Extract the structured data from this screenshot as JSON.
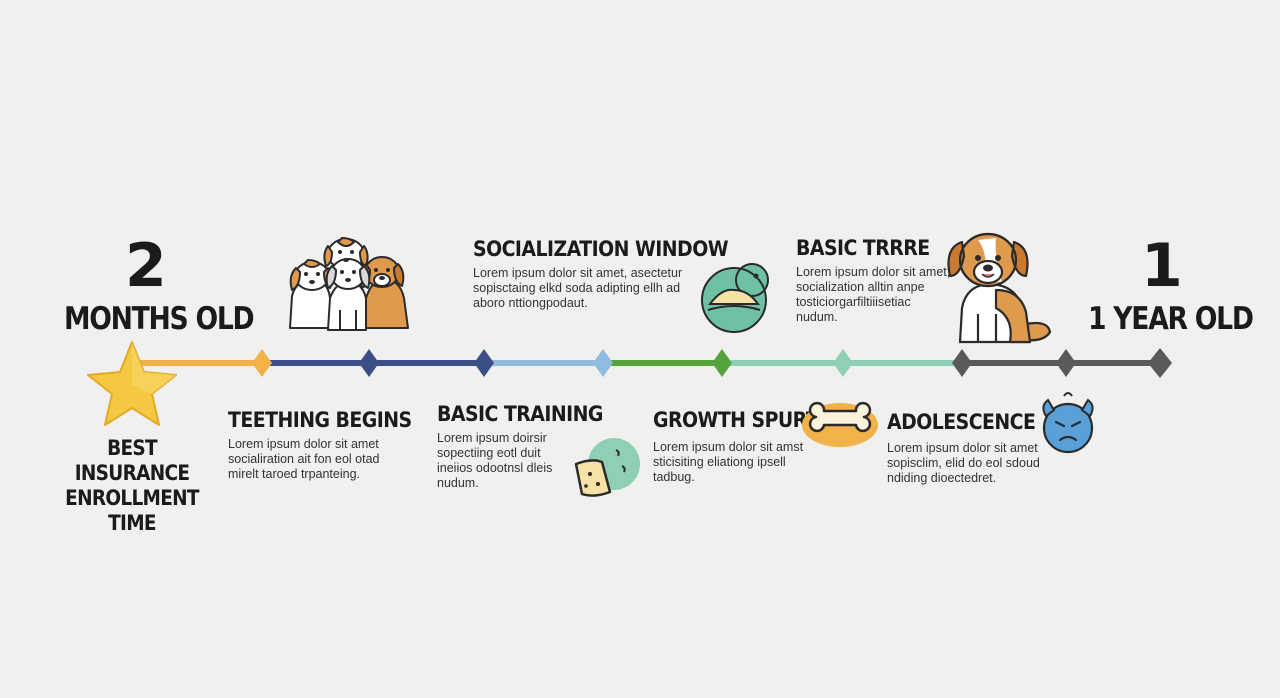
{
  "start": {
    "number": "2",
    "label": "MONTHS OLD"
  },
  "end": {
    "number": "1",
    "label": "1 YEAR OLD"
  },
  "best_time": {
    "text": "BEST\nINSURANCE\nENROLLMENT TIME"
  },
  "milestones": [
    {
      "title": "TEETHING BEGINS",
      "body": "Lorem ipsum dolor sit amet\nsocialiration ait fon eol otad\nmirelt taroed trpanteing."
    },
    {
      "title": "SOCIALIZATION WINDOW",
      "body": "Lorem ipsum dolor sit amet, asectetur\nsopisctaing elkd soda adipting ellh ad\naboro nttiongpodaut."
    },
    {
      "title": "BASIC TRAINING",
      "body": "Lorem ipsum doirsir\nsopectiing eotl duit\nineiios odootnsl dleis\nnudum."
    },
    {
      "title": "GROWTH SPURT",
      "body": "Lorem ipsum dolor sit amst\nsticisiting eliationg ipsell\ntadbug."
    },
    {
      "title": "BASIC TRRRE",
      "body": "Lorem ipsum dolor sit amet,\nsocialization alltin anpe\ntosticiorgarfiltiiisetiac\nnudum."
    },
    {
      "title": "ADOLESCENCE",
      "body": "Lorem ipsum dolor sit amet\nsopisclim, elid do eol sdoud\nndiding dioectedret."
    }
  ],
  "colors": {
    "background": "#f0f0ef",
    "timeline_orange": "#f2b24a",
    "timeline_navy": "#3b4f86",
    "timeline_lightblue": "#8fbde0",
    "timeline_green": "#55a33d",
    "timeline_mint": "#8fd0b4",
    "timeline_gray": "#5a5a5a",
    "star": "#f5c842",
    "teal": "#6fc1a3",
    "dog_orange": "#e09a4d",
    "blue_icon": "#5aa0d8"
  },
  "icons": [
    "star-icon",
    "puppies-icon",
    "chew-toy-icon",
    "cookie-icon",
    "bone-icon",
    "sitting-dog-icon",
    "grumpy-face-icon"
  ]
}
